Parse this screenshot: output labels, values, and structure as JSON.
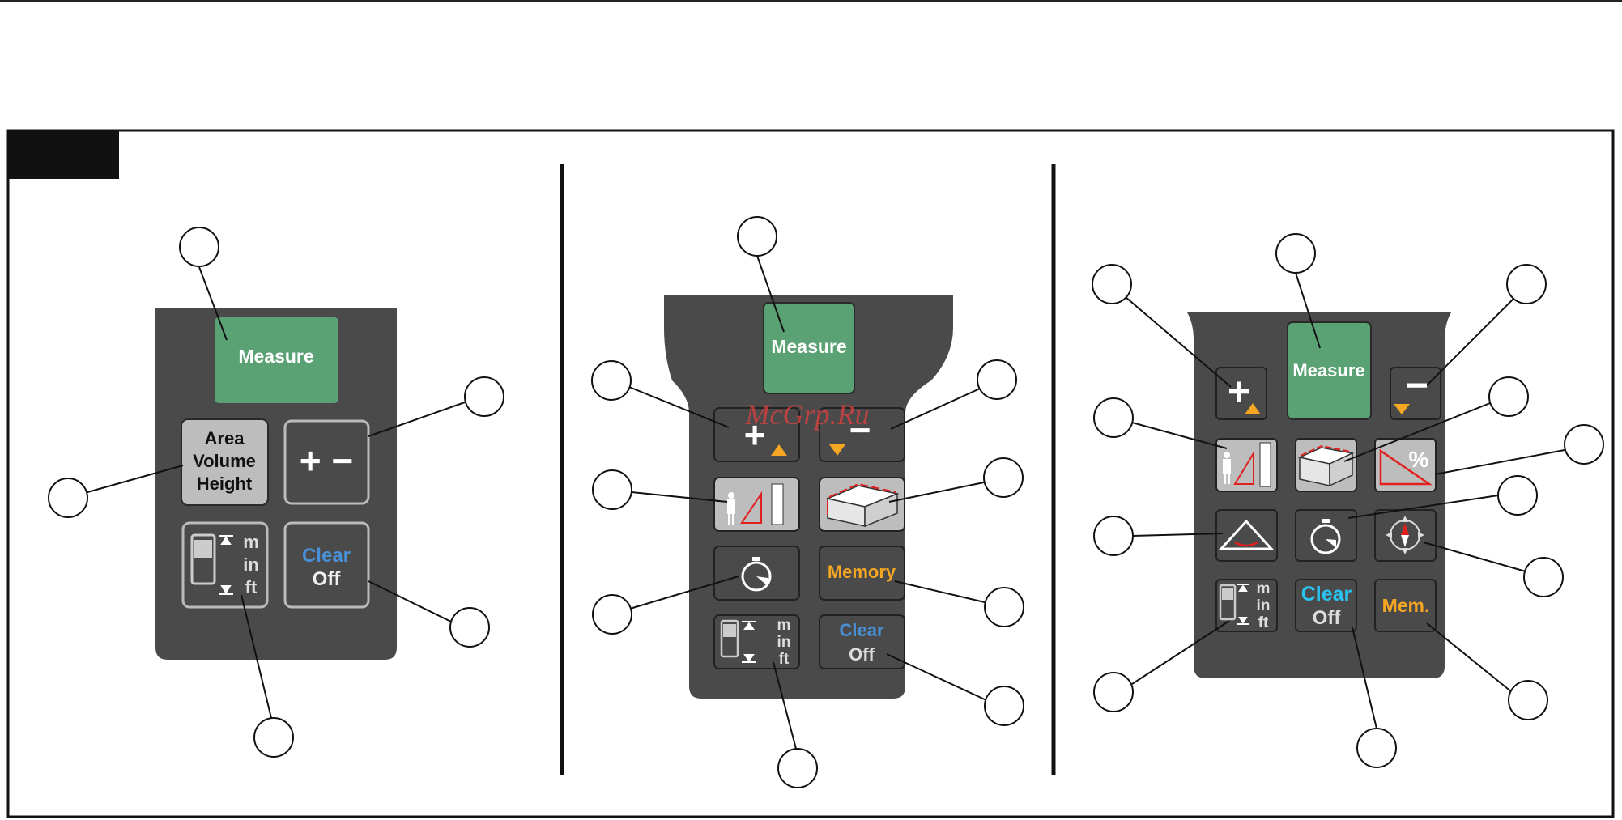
{
  "watermark": "McGrp.Ru",
  "panel1": {
    "measure_label": "Measure",
    "area_line1": "Area",
    "area_line2": "Volume",
    "area_line3": "Height",
    "plusminus_label": "+ −",
    "units_m": "m",
    "units_in": "in",
    "units_ft": "ft",
    "clear_label": "Clear",
    "off_label": "Off"
  },
  "panel2": {
    "measure_label": "Measure",
    "memory_label": "Memory",
    "units_m": "m",
    "units_in": "in",
    "units_ft": "ft",
    "clear_label": "Clear",
    "off_label": "Off"
  },
  "panel3": {
    "measure_label": "Measure",
    "units_m": "m",
    "units_in": "in",
    "units_ft": "ft",
    "clear_label": "Clear",
    "off_label": "Off",
    "mem_label": "Mem.",
    "percent_label": "%"
  },
  "colors": {
    "keypad_body": "#4a4a4a",
    "measure_green": "#5aa173",
    "memory_orange": "#f5a623",
    "clear_blue": "#4a90d9",
    "clear_cyan": "#29c4f0",
    "gray_key": "#bdbdbd",
    "icon_red": "#e0201f"
  },
  "icons": [
    "person-icon",
    "triangle-icon",
    "wall-icon",
    "box-icon",
    "timer-icon",
    "level-icon",
    "compass-icon",
    "phone-reference-icon",
    "slope-percent-icon"
  ]
}
